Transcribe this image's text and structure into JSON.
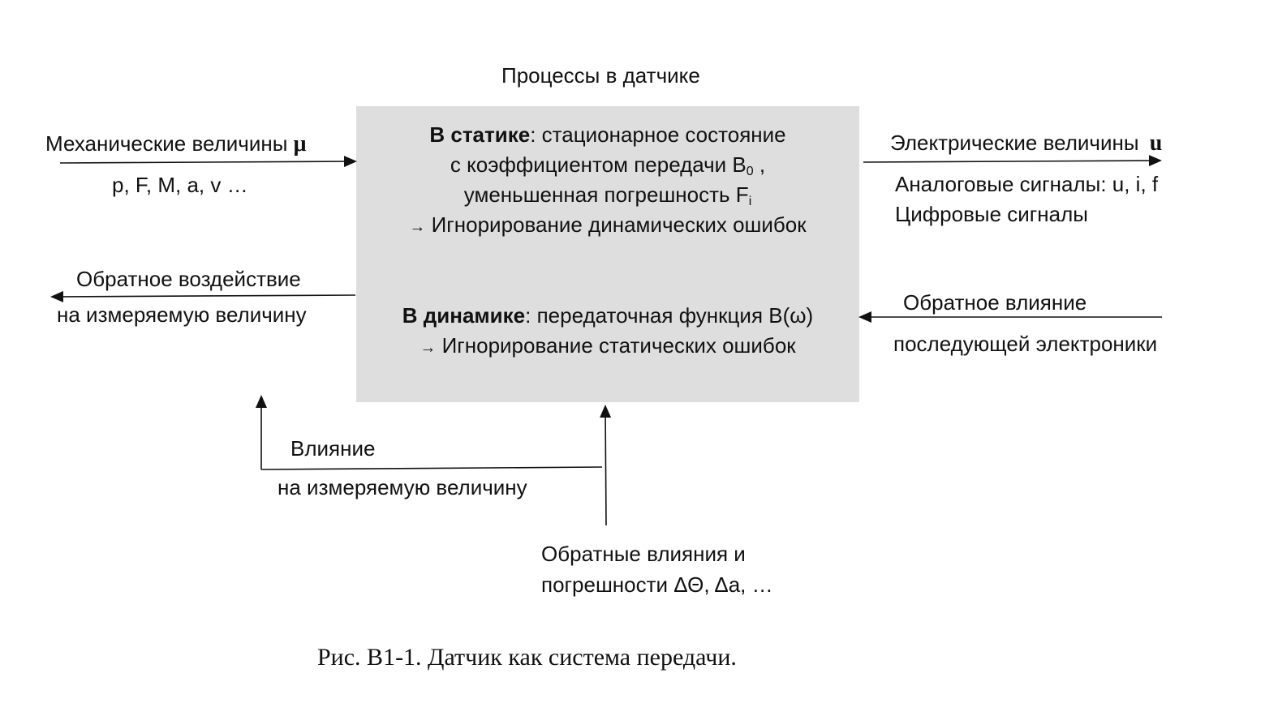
{
  "diagram": {
    "header": "Процессы в датчике",
    "box": {
      "static_bold": "В статике",
      "static_rest": ": стационарное состояние",
      "static_line2": "с коэффициентом передачи B",
      "static_line2_sub": "0",
      "static_line2_tail": " ,",
      "static_line3": "уменьшенная погрешность F",
      "static_line3_sub": "i",
      "static_line4": "Игнорирование динамических ошибок",
      "dynamic_bold": "В динамике",
      "dynamic_rest": ": передаточная функция B(ω)",
      "dynamic_line2": "Игнорирование статических ошибок",
      "arrow_glyph": "→"
    },
    "input": {
      "label": "Механические величины ",
      "symbol": "μ",
      "examples": "p, F, M, a, v …"
    },
    "output": {
      "label": "Электрические величины ",
      "symbol": "u",
      "analog": "Аналоговые сигналы: u, i, f",
      "digital": "Цифровые сигналы"
    },
    "feedback_left": {
      "line1": "Обратное воздействие",
      "line2": "на измеряемую величину"
    },
    "feedback_right": {
      "line1": "Обратное влияние",
      "line2": "последующей электроники"
    },
    "influence": {
      "line1": "Влияние",
      "line2": "на измеряемую величину"
    },
    "disturbance": {
      "line1": "Обратные влияния и",
      "line2": "погрешности  ΔΘ, Δa, …"
    },
    "caption": "Рис. В1-1. Датчик как система передачи."
  }
}
